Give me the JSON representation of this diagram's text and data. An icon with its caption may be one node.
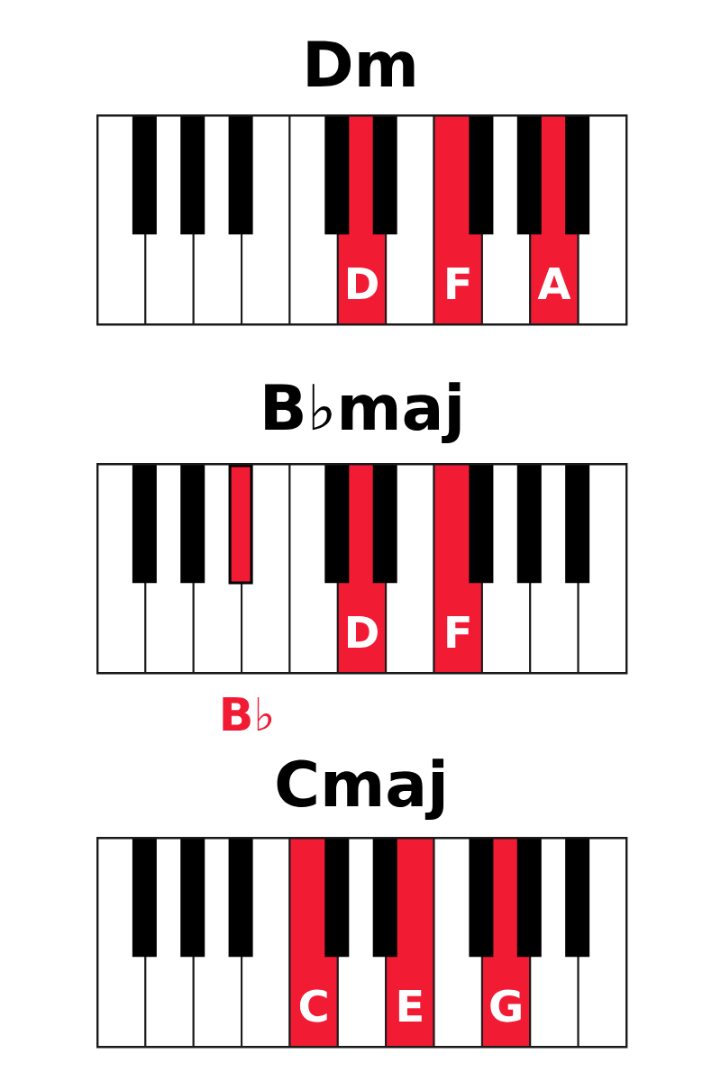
{
  "diagram": {
    "nodes": [
      {
        "text": [
          "Dm"
        ]
      },
      {
        "text": [],
        "shape": "box",
        "in": 0
      },
      {
        "text": [],
        "shape": "box",
        "in": 0
      },
      {
        "text": [],
        "shape": "box",
        "in": 0
      },
      {
        "text": [],
        "shape": "box",
        "in": 0
      },
      {
        "text": [],
        "shape": "box",
        "in": 0
      },
      {
        "text": [],
        "shape": "box",
        "in": 0
      },
      {
        "text": [],
        "shape": "box",
        "in": 0
      },
      {
        "text": [],
        "shape": "box",
        "in": 0
      },
      {
        "text": [],
        "shape": "box",
        "in": 0
      },
      {
        "text": [
          "D"
        ],
        "in": 0
      },
      {
        "text": [],
        "shape": "box",
        "in": 0
      },
      {
        "text": [],
        "shape": "box",
        "in": 0
      },
      {
        "text": [
          "F"
        ],
        "in": 0
      },
      {
        "text": [],
        "shape": "box",
        "in": 0
      },
      {
        "text": [],
        "shape": "box",
        "in": 0
      },
      {
        "text": [],
        "shape": "box",
        "in": 0
      },
      {
        "text": [
          "A"
        ],
        "in": 0
      },
      {
        "text": [],
        "shape": "box",
        "in": 0
      },
      {
        "text": [],
        "shape": "box",
        "in": 0
      },
      {
        "text": [
          "B♭maj"
        ]
      },
      {
        "text": [],
        "shape": "box",
        "in": 20
      },
      {
        "text": [],
        "shape": "box",
        "in": 20
      },
      {
        "text": [],
        "shape": "box",
        "in": 20
      },
      {
        "text": [],
        "shape": "box",
        "in": 20
      },
      {
        "text": [],
        "shape": "box",
        "in": 20
      },
      {
        "text": [],
        "shape": "box",
        "in": 20
      },
      {
        "text": [],
        "shape": "box",
        "in": 20
      },
      {
        "text": [],
        "shape": "box",
        "in": 20
      },
      {
        "text": [],
        "shape": "box",
        "in": 20
      },
      {
        "text": [
          "D"
        ],
        "in": 20
      },
      {
        "text": [],
        "shape": "box",
        "in": 20
      },
      {
        "text": [],
        "shape": "box",
        "in": 20
      },
      {
        "text": [
          "F"
        ],
        "in": 20
      },
      {
        "text": [],
        "shape": "box",
        "in": 20
      },
      {
        "text": [],
        "shape": "box",
        "in": 20
      },
      {
        "text": [],
        "shape": "box",
        "in": 20
      },
      {
        "text": [],
        "shape": "box",
        "in": 20
      },
      {
        "text": [],
        "shape": "box",
        "in": 20
      },
      {
        "text": [],
        "shape": "box",
        "in": 20
      },
      {
        "text": [
          "Cmaj"
        ]
      },
      {
        "text": [],
        "shape": "box",
        "in": 40
      },
      {
        "text": [],
        "shape": "box",
        "in": 40
      },
      {
        "text": [],
        "shape": "box",
        "in": 40
      },
      {
        "text": [],
        "shape": "box",
        "in": 40
      },
      {
        "text": [],
        "shape": "box",
        "in": 40
      },
      {
        "text": [],
        "shape": "box",
        "in": 40
      },
      {
        "text": [],
        "shape": "box",
        "in": 40
      },
      {
        "text": [
          "C"
        ],
        "in": 40
      },
      {
        "text": [],
        "shape": "box",
        "in": 40
      },
      {
        "text": [],
        "shape": "box",
        "in": 40
      },
      {
        "text": [],
        "shape": "box",
        "in": 40
      },
      {
        "text": [
          "E"
        ],
        "in": 40
      },
      {
        "text": [],
        "shape": "box",
        "in": 40
      },
      {
        "text": [],
        "shape": "box",
        "in": 40
      },
      {
        "text": [
          "G"
        ],
        "in": 40
      },
      {
        "text": [],
        "shape": "box",
        "in": 40
      },
      {
        "text": [],
        "shape": "box",
        "in": 40
      },
      {
        "text": [],
        "shape": "box",
        "in": 40
      },
      {
        "text": [],
        "shape": "box",
        "in": 40
      }
    ],
    "labels": [
      "B♭"
    ]
  }
}
